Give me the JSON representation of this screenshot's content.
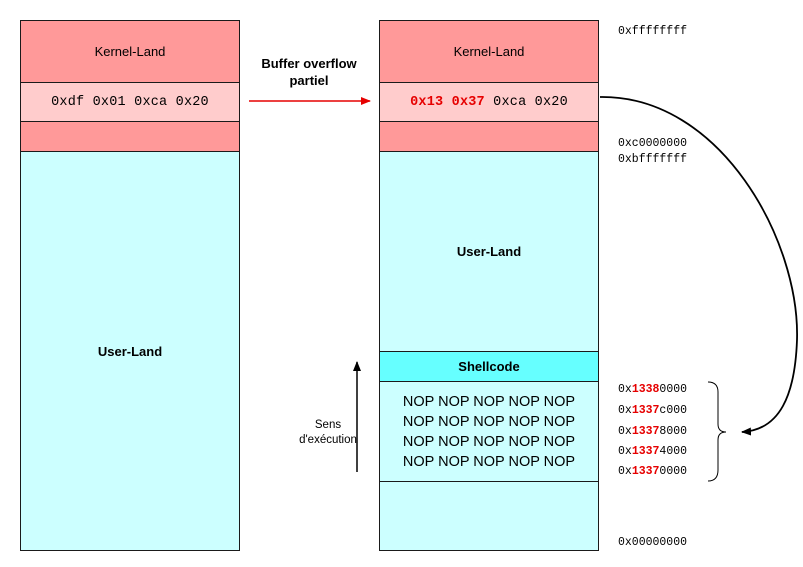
{
  "left_column": {
    "kernel_label": "Kernel-Land",
    "pointer_bytes": "0xdf 0x01 0xca 0x20",
    "user_label": "User-Land"
  },
  "arrow_caption": {
    "line1": "Buffer overflow",
    "line2": "partiel"
  },
  "right_column": {
    "kernel_label": "Kernel-Land",
    "pointer_overwritten": [
      "0x13",
      "0x37"
    ],
    "pointer_rest": "0xca 0x20",
    "user_label": "User-Land",
    "shellcode_label": "Shellcode",
    "nop_lines": [
      "NOP NOP NOP NOP NOP",
      "NOP NOP NOP NOP NOP",
      "NOP NOP NOP NOP NOP",
      "NOP NOP NOP NOP NOP"
    ]
  },
  "execution_direction": {
    "line1": "Sens",
    "line2": "d'exécution"
  },
  "addresses": {
    "top": "0xffffffff",
    "kernel_start": "0xc0000000",
    "user_end": "0xbfffffff",
    "bottom": "0x00000000",
    "nop_range": [
      {
        "prefix": "0x",
        "highlight": "1338",
        "suffix": "0000"
      },
      {
        "prefix": "0x",
        "highlight": "1337",
        "suffix": "c000"
      },
      {
        "prefix": "0x",
        "highlight": "1337",
        "suffix": "8000"
      },
      {
        "prefix": "0x",
        "highlight": "1337",
        "suffix": "4000"
      },
      {
        "prefix": "0x",
        "highlight": "1337",
        "suffix": "0000"
      }
    ]
  },
  "colors": {
    "kernel": "#ff9999",
    "pointer": "#ffcccc",
    "user": "#ccffff",
    "shellcode": "#66ffff",
    "highlight": "#e60000"
  }
}
